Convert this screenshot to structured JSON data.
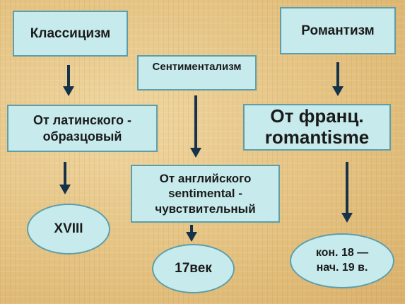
{
  "columns": {
    "classicism": {
      "title": "Классицизм",
      "origin": "От латинского - образцовый",
      "period": "XVIII"
    },
    "sentimentalism": {
      "title": "Сентиментализм",
      "origin": "От английского sentimental  - чувствительный",
      "period": "17век"
    },
    "romanticism": {
      "title": "Романтизм",
      "origin_line1": "От франц.",
      "origin_line2": "romantisme",
      "period": "кон. 18 — нач. 19 в."
    }
  },
  "colors": {
    "box_fill": "#c7ebec",
    "box_border": "#5f9ea8",
    "arrow": "#14324a",
    "background": "#e8c98a"
  }
}
